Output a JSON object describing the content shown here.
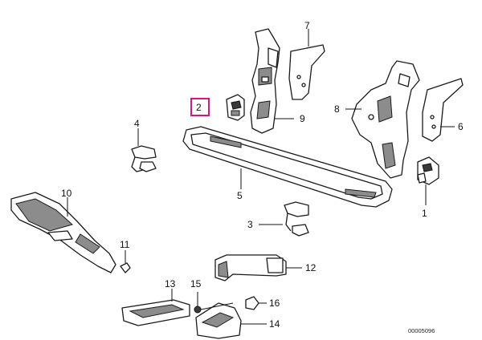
{
  "diagram": {
    "highlight_color": "#e0117a",
    "reference_number": "00005096",
    "labels": [
      "1",
      "2",
      "3",
      "4",
      "5",
      "6",
      "7",
      "8",
      "9",
      "10",
      "11",
      "12",
      "13",
      "14",
      "15",
      "16"
    ]
  }
}
